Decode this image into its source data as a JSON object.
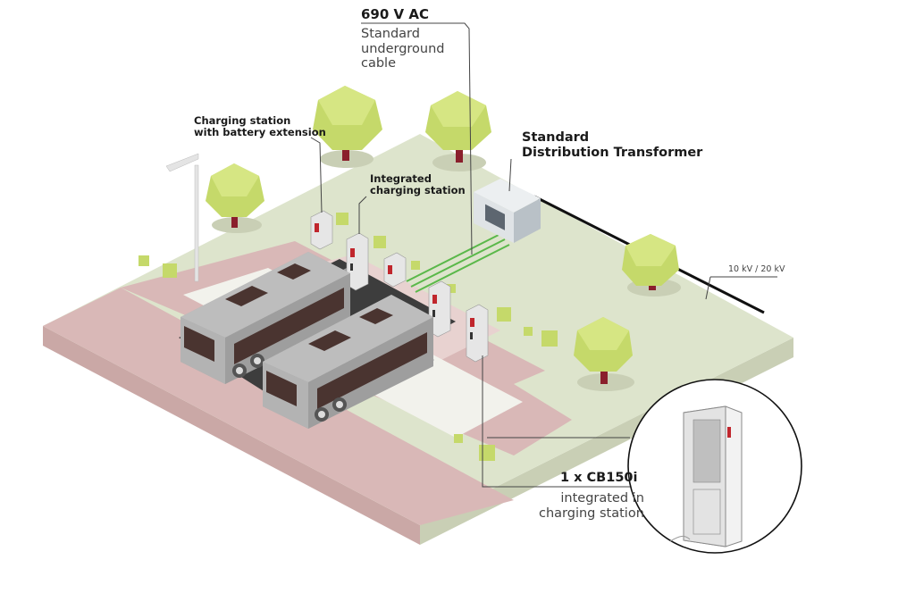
{
  "labels": {
    "cable_voltage": "690 V AC",
    "cable_desc": [
      "Standard",
      "underground",
      "cable"
    ],
    "battery_station": [
      "Charging station",
      "with battery extension"
    ],
    "integrated_station": [
      "Integrated",
      "charging station"
    ],
    "transformer": [
      "Standard",
      "Distribution Transformer"
    ],
    "grid_voltage": "10 kV / 20 kV",
    "cb_model": "1 x CB150i",
    "cb_desc": [
      "integrated in",
      "charging station"
    ]
  },
  "colors": {
    "grass": "#dde4cc",
    "grass_side": "#c9cfb5",
    "pavement": "#d9b8b7",
    "pavement_side": "#caa8a6",
    "asphalt": "#3d3d3d",
    "tree": "#c5d96a",
    "bus": "#a9a9a9",
    "cable": "#5ab84a",
    "station_accent": "#c0262d"
  },
  "icons": [
    "tree-icon",
    "bus-icon",
    "charging-station-icon",
    "transformer-icon",
    "street-lamp-icon",
    "battery-cabinet-icon"
  ]
}
